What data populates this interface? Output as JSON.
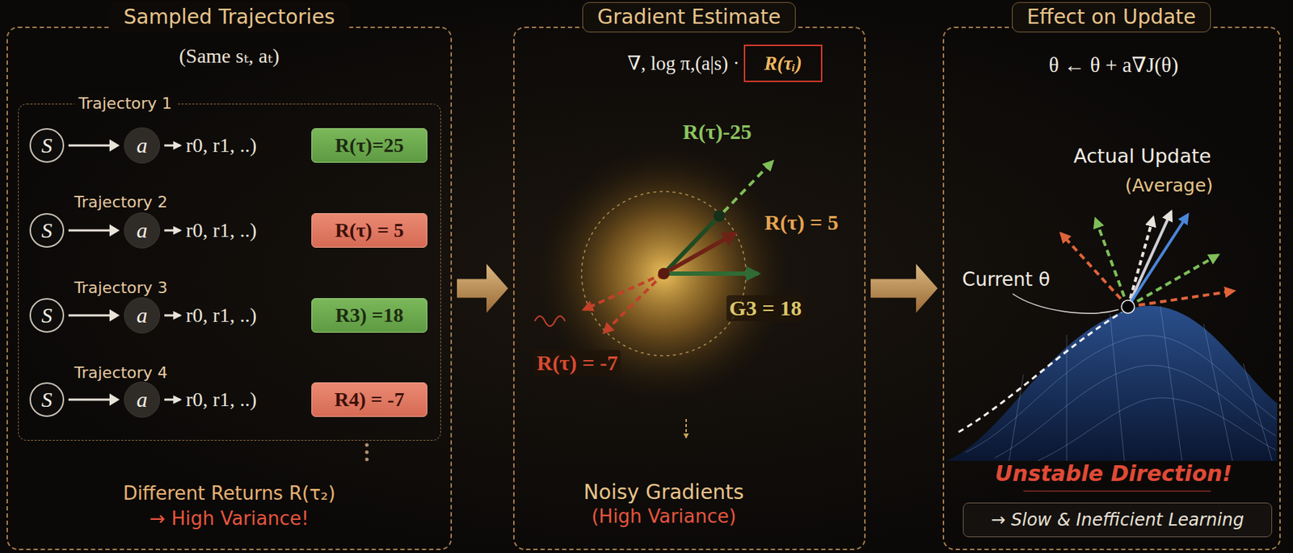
{
  "diagram": {
    "nodes": [
      {
        "text": [
          "Sampled Trajectories",
          "(Same sₜ, aₜ)",
          "Different Returns R(τ₂)",
          "→ High Variance!"
        ]
      },
      {
        "text": [
          "Trajectory 1"
        ],
        "in": 0
      },
      {
        "text": [
          "S"
        ],
        "in": 1
      },
      {
        "text": [
          "a"
        ],
        "in": 1
      },
      {
        "text": [
          "R(τ)=25"
        ],
        "in": 1
      },
      {
        "text": [
          "S"
        ],
        "in": 1
      },
      {
        "text": [
          "a"
        ],
        "in": 1
      },
      {
        "text": [
          "R(τ) = 5"
        ],
        "in": 1
      },
      {
        "text": [
          "S"
        ],
        "in": 1
      },
      {
        "text": [
          "a"
        ],
        "in": 1
      },
      {
        "text": [
          "R3) =18"
        ],
        "in": 1
      },
      {
        "text": [
          "S"
        ],
        "in": 1
      },
      {
        "text": [
          "a"
        ],
        "in": 1
      },
      {
        "text": [
          "R4) = -7"
        ],
        "in": 1
      },
      {
        "text": [
          "Gradient Estimate",
          "∇, log π,(a|s) ·",
          "Noisy Gradients",
          "(High Variance)"
        ]
      },
      {
        "text": [
          "R(τᵢ)"
        ],
        "in": 14
      },
      {
        "text": [
          "Effect on Update",
          "θ ← θ + a∇J(θ)",
          "Unstable Direction!"
        ]
      },
      {
        "text": [
          "→ Slow & Inefficient Learning"
        ],
        "in": 16
      }
    ],
    "edges": [
      {
        "from": 2,
        "to": 3,
        "arrow": "to"
      },
      {
        "from": 5,
        "to": 6,
        "arrow": "to"
      },
      {
        "from": 8,
        "to": 9,
        "arrow": "to"
      },
      {
        "from": 11,
        "to": 12,
        "arrow": "to"
      },
      {
        "from": 0,
        "to": 14,
        "arrow": "to"
      },
      {
        "from": 14,
        "to": 16,
        "arrow": "to"
      }
    ],
    "labels": [
      "r0, r1, ..)",
      "Trajectory 2",
      "r0, r1, ..)",
      "Trajectory 3",
      "r0, r1, ..)",
      "Trajectory 4",
      "r0, r1, ..)",
      "R(τ)-25",
      "R(τ) = 5",
      "G3 = 18",
      "R(τ) = -7",
      "Actual Update",
      "(Average)",
      "Current θ"
    ]
  }
}
